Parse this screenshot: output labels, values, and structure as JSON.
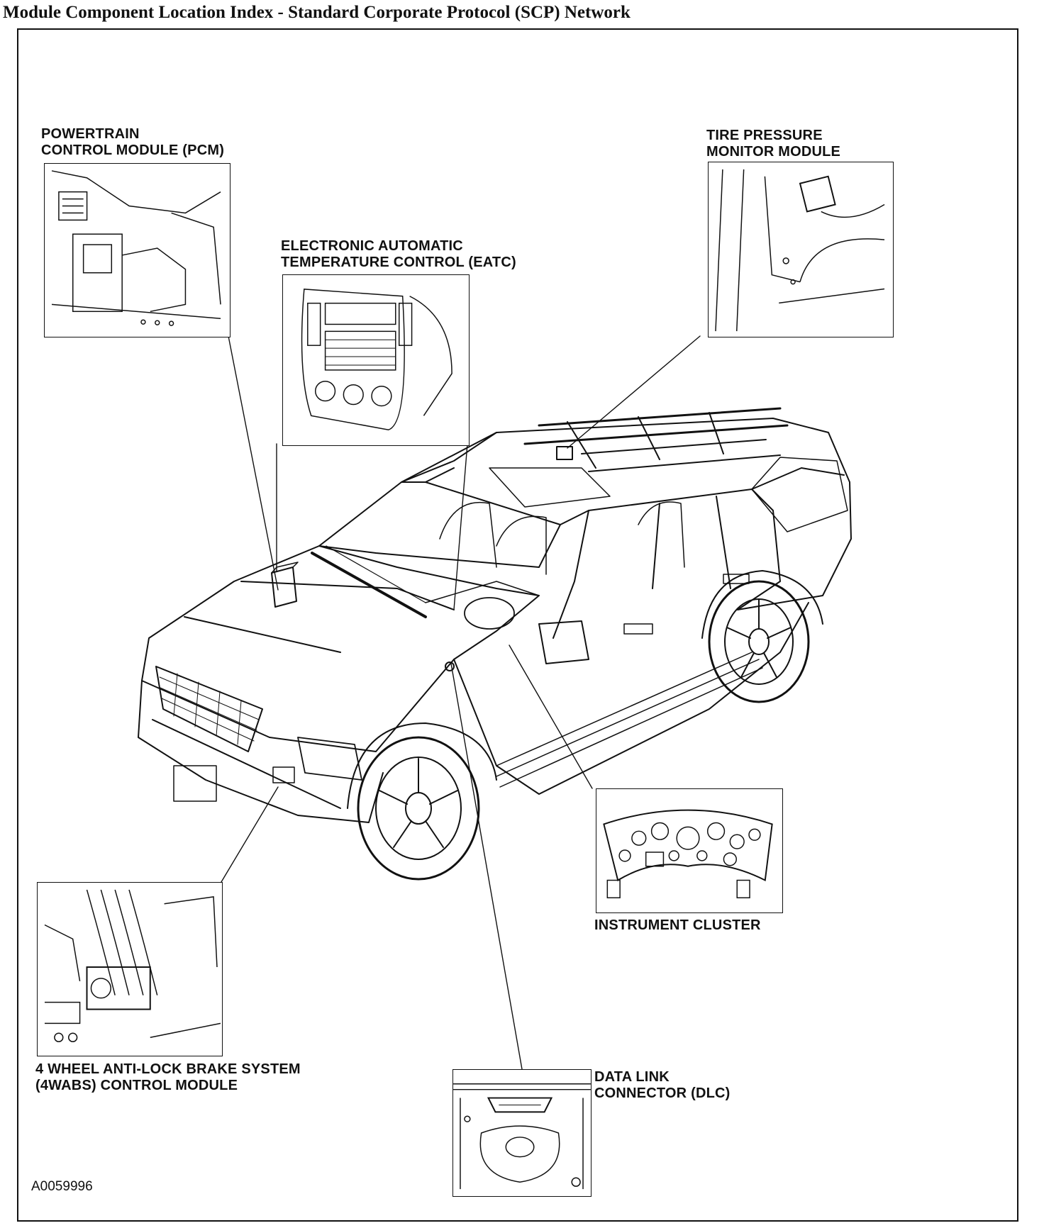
{
  "title": "Module Component Location Index - Standard Corporate Protocol (SCP) Network",
  "figure_code": "A0059996",
  "callouts": {
    "pcm": [
      "POWERTRAIN",
      "CONTROL MODULE (PCM)"
    ],
    "eatc": [
      "ELECTRONIC AUTOMATIC",
      "TEMPERATURE CONTROL (EATC)"
    ],
    "tpm": [
      "TIRE PRESSURE",
      "MONITOR MODULE"
    ],
    "cluster": [
      "INSTRUMENT CLUSTER"
    ],
    "abs": [
      "4 WHEEL ANTI-LOCK BRAKE SYSTEM",
      "(4WABS) CONTROL MODULE"
    ],
    "dlc": [
      "DATA LINK",
      "CONNECTOR (DLC)"
    ]
  }
}
